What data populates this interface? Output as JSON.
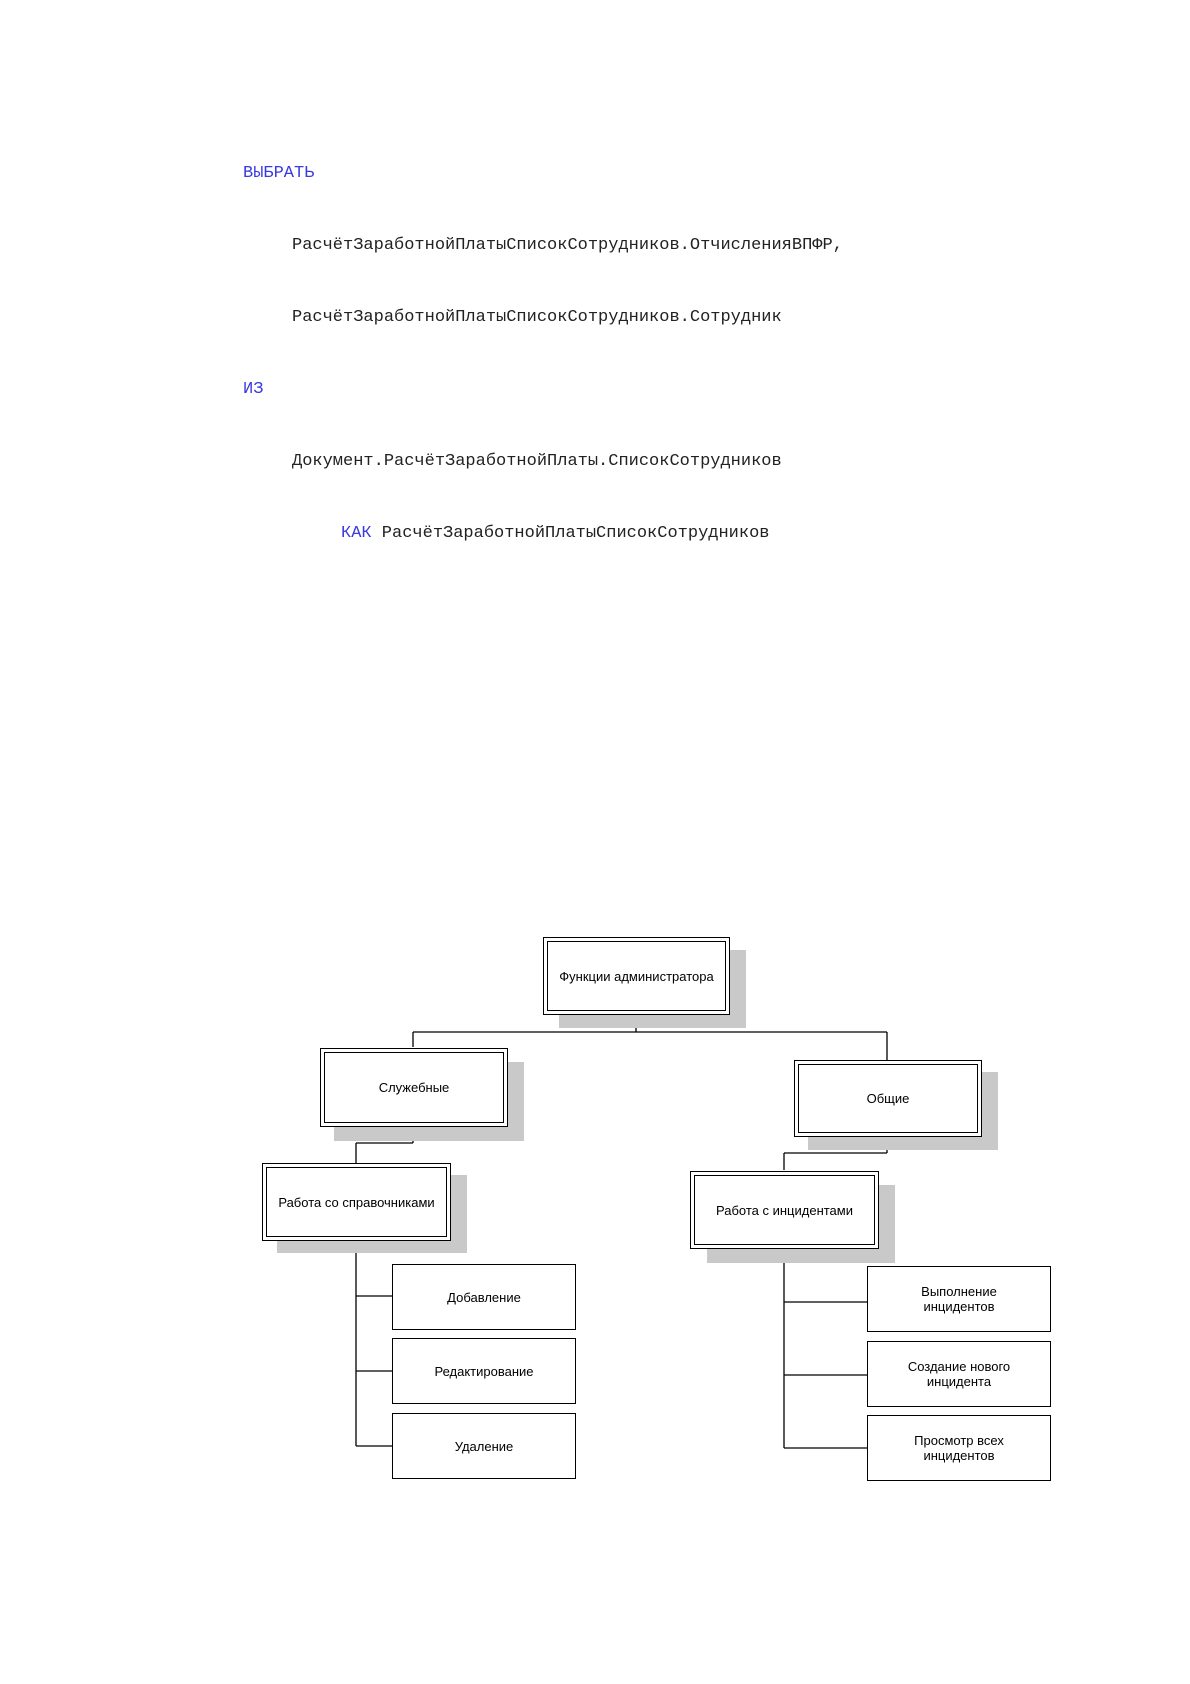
{
  "code": {
    "lines": [
      {
        "keyword": "ВЫБРАТЬ",
        "text": ""
      },
      {
        "keyword": "",
        "text": "РасчётЗаработнойПлатыСписокСотрудников.ОтчисленияВПФР,"
      },
      {
        "keyword": "",
        "text": "РасчётЗаработнойПлатыСписокСотрудников.Сотрудник"
      },
      {
        "keyword": "ИЗ",
        "text": ""
      },
      {
        "keyword": "",
        "text": "Документ.РасчётЗаработнойПлаты.СписокСотрудников"
      },
      {
        "keyword": "КАК",
        "text": " РасчётЗаработнойПлатыСписокСотрудников"
      }
    ],
    "keyword_color": "#3a3ae0"
  },
  "diagram": {
    "root": "Функции администратора",
    "left_branch": "Служебные",
    "right_branch": "Общие",
    "left_sub": "Работа со справочниками",
    "right_sub": "Работа с инцидентами",
    "left_leaves": [
      "Добавление",
      "Редактирование",
      "Удаление"
    ],
    "right_leaves": [
      "Выполнение инцидентов",
      "Создание нового инцидента",
      "Просмотр всех инцидентов"
    ]
  }
}
